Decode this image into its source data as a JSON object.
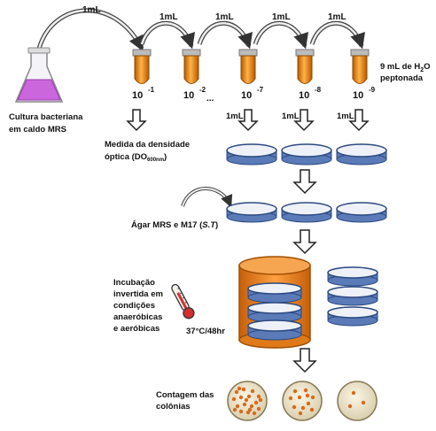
{
  "transfer_label": "1mL",
  "flask_label": [
    "Cultura bacteriana",
    "em caldo MRS"
  ],
  "dilutions": [
    "10",
    "10",
    "10",
    "10",
    "10"
  ],
  "dilution_exponents": [
    "-1",
    "-2",
    "-7",
    "-8",
    "-9"
  ],
  "ellipsis": "...",
  "tube_note_line1": "9 mL de H",
  "tube_note_sub": "2",
  "tube_note_o": "O",
  "tube_note_line2": "peptonada",
  "od_label_line1": "Medida da densidade",
  "od_label_line2": "óptica (DO",
  "od_label_sub": "600nm",
  "od_label_close": ")",
  "plating_label": "1mL",
  "agar_label": "Ágar MRS e M17 (",
  "agar_label_italic": "S.T",
  "agar_label_close": ")",
  "incubation_label": [
    "Incubação",
    "invertida em",
    "condições",
    "anaeróbicas",
    "e aeróbicas"
  ],
  "temperature_label": "37°C/48hr",
  "count_label": [
    "Contagem das",
    "colônias"
  ],
  "colors": {
    "flask_liquid": "#cc66dd",
    "tube_liquid": "#e07a10",
    "plate_blue": "#5a7ab8",
    "plate_inner": "#eef1f8",
    "jar_orange": "#f08a24",
    "colony": "#d96a1c",
    "count_plate": "#efe6c8"
  }
}
